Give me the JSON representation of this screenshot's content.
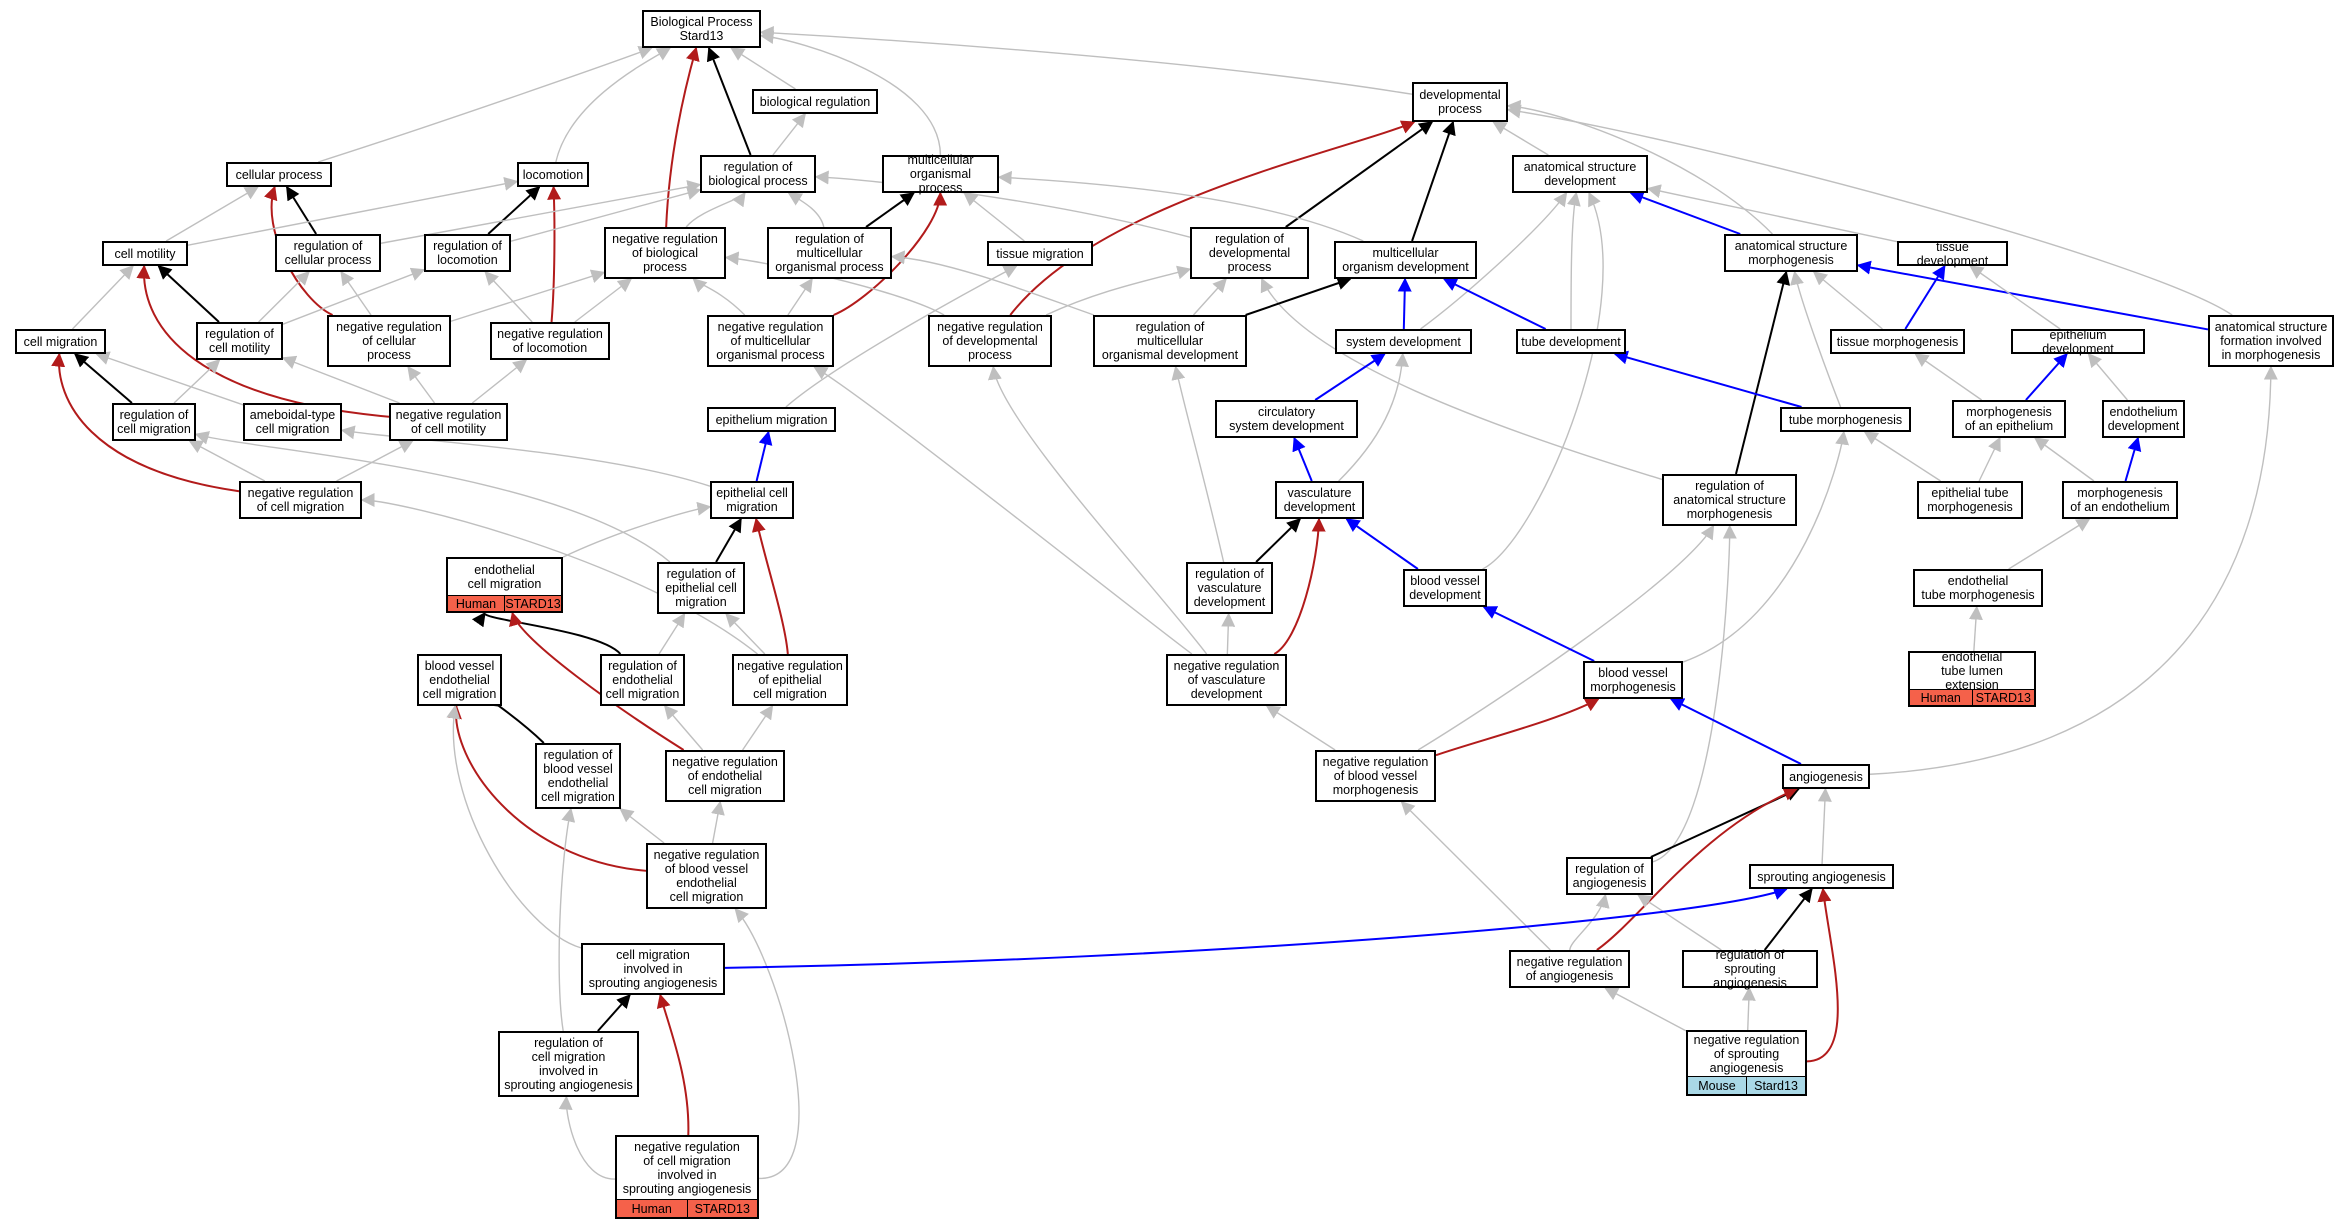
{
  "colors": {
    "gray_edge": "#bfbfbf",
    "black_edge": "#000000",
    "red_edge": "#b21b1b",
    "blue_edge": "#0000ff",
    "human_fill": "#f5614a",
    "mouse_fill": "#a9d8e6"
  },
  "nodes": [
    {
      "id": "bp",
      "label": "Biological Process\nStard13"
    },
    {
      "id": "biolreg",
      "label": "biological regulation"
    },
    {
      "id": "devproc",
      "label": "developmental\nprocess"
    },
    {
      "id": "cellproc",
      "label": "cellular process"
    },
    {
      "id": "locomotion",
      "label": "locomotion"
    },
    {
      "id": "regbio",
      "label": "regulation of\nbiological process"
    },
    {
      "id": "multiorg",
      "label": "multicellular\norganismal process"
    },
    {
      "id": "anatdev",
      "label": "anatomical structure\ndevelopment"
    },
    {
      "id": "cellmot",
      "label": "cell motility"
    },
    {
      "id": "regcellproc",
      "label": "regulation of\ncellular process"
    },
    {
      "id": "regloco",
      "label": "regulation of\nlocomotion"
    },
    {
      "id": "negregbio",
      "label": "negative regulation\nof biological\nprocess"
    },
    {
      "id": "regmulti",
      "label": "regulation of\nmulticellular\norganismal process"
    },
    {
      "id": "tissuemig",
      "label": "tissue migration"
    },
    {
      "id": "regdev",
      "label": "regulation of\ndevelopmental\nprocess"
    },
    {
      "id": "multidev",
      "label": "multicellular\norganism development"
    },
    {
      "id": "anatmorph",
      "label": "anatomical structure\nmorphogenesis"
    },
    {
      "id": "tissuedev",
      "label": "tissue development"
    },
    {
      "id": "cellmig",
      "label": "cell migration"
    },
    {
      "id": "regcellmot",
      "label": "regulation of\ncell motility"
    },
    {
      "id": "negregcellproc",
      "label": "negative regulation\nof cellular\nprocess"
    },
    {
      "id": "negregloco",
      "label": "negative regulation\nof locomotion"
    },
    {
      "id": "negregmulti",
      "label": "negative regulation\nof multicellular\norganismal process"
    },
    {
      "id": "negregdev",
      "label": "negative regulation\nof developmental\nprocess"
    },
    {
      "id": "regmultidev",
      "label": "regulation of\nmulticellular\norganismal development"
    },
    {
      "id": "sysdev",
      "label": "system development"
    },
    {
      "id": "tubedev",
      "label": "tube development"
    },
    {
      "id": "tissuemorph",
      "label": "tissue morphogenesis"
    },
    {
      "id": "epidev",
      "label": "epithelium development"
    },
    {
      "id": "anatformmorph",
      "label": "anatomical structure\nformation involved\nin morphogenesis"
    },
    {
      "id": "regcellmig",
      "label": "regulation of\ncell migration"
    },
    {
      "id": "amoeboid",
      "label": "ameboidal-type\ncell migration"
    },
    {
      "id": "negregcellmot",
      "label": "negative regulation\nof cell motility"
    },
    {
      "id": "epimig",
      "label": "epithelium migration"
    },
    {
      "id": "circdev",
      "label": "circulatory\nsystem development"
    },
    {
      "id": "tubemorph",
      "label": "tube morphogenesis"
    },
    {
      "id": "morphepi",
      "label": "morphogenesis\nof an epithelium"
    },
    {
      "id": "endodev",
      "label": "endothelium\ndevelopment"
    },
    {
      "id": "negregcellmig",
      "label": "negative regulation\nof cell migration"
    },
    {
      "id": "epicellmig",
      "label": "epithelial cell\nmigration"
    },
    {
      "id": "vascdev",
      "label": "vasculature\ndevelopment"
    },
    {
      "id": "reganatmorph",
      "label": "regulation of\nanatomical structure\nmorphogenesis"
    },
    {
      "id": "epitubemorph",
      "label": "epithelial tube\nmorphogenesis"
    },
    {
      "id": "morphendo",
      "label": "morphogenesis\nof an endothelium"
    },
    {
      "id": "endocellmig",
      "label": "endothelial\ncell migration"
    },
    {
      "id": "regepicellmig",
      "label": "regulation of\nepithelial cell\nmigration"
    },
    {
      "id": "regvascdev",
      "label": "regulation of\nvasculature\ndevelopment"
    },
    {
      "id": "bvdev",
      "label": "blood vessel\ndevelopment"
    },
    {
      "id": "endotubemorph",
      "label": "endothelial\ntube morphogenesis"
    },
    {
      "id": "bvendocellmig",
      "label": "blood vessel\nendothelial\ncell migration"
    },
    {
      "id": "regendocellmig",
      "label": "regulation of\nendothelial\ncell migration"
    },
    {
      "id": "negregepicellmig",
      "label": "negative regulation\nof epithelial\ncell migration"
    },
    {
      "id": "negregvascdev",
      "label": "negative regulation\nof vasculature\ndevelopment"
    },
    {
      "id": "bvmorph",
      "label": "blood vessel\nmorphogenesis"
    },
    {
      "id": "endotubelumen",
      "label": "endothelial\ntube lumen extension"
    },
    {
      "id": "regbvendocellmig",
      "label": "regulation of\nblood vessel\nendothelial\ncell migration"
    },
    {
      "id": "negregendocellmig",
      "label": "negative regulation\nof endothelial\ncell migration"
    },
    {
      "id": "negregbvmorph",
      "label": "negative regulation\nof blood vessel\nmorphogenesis"
    },
    {
      "id": "angio",
      "label": "angiogenesis"
    },
    {
      "id": "negregbvendocellmig",
      "label": "negative regulation\nof blood vessel\nendothelial\ncell migration"
    },
    {
      "id": "regangio",
      "label": "regulation of\nangiogenesis"
    },
    {
      "id": "sproutangio",
      "label": "sprouting angiogenesis"
    },
    {
      "id": "cellmigsprout",
      "label": "cell migration\ninvolved in\nsprouting angiogenesis"
    },
    {
      "id": "negregangio",
      "label": "negative regulation\nof angiogenesis"
    },
    {
      "id": "regsproutangio",
      "label": "regulation of\nsprouting angiogenesis"
    },
    {
      "id": "regcellmigsprout",
      "label": "regulation of\ncell migration\ninvolved in\nsprouting angiogenesis"
    },
    {
      "id": "negregsproutangio",
      "label": "negative regulation\nof sprouting\nangiogenesis"
    },
    {
      "id": "negregcellmigsprout",
      "label": "negative regulation\nof cell migration\ninvolved in\nsprouting angiogenesis"
    }
  ],
  "annotations": [
    {
      "node": "endocellmig",
      "species": "Human",
      "gene": "STARD13",
      "color": "human_fill"
    },
    {
      "node": "endotubelumen",
      "species": "Human",
      "gene": "STARD13",
      "color": "human_fill"
    },
    {
      "node": "negregsproutangio",
      "species": "Mouse",
      "gene": "Stard13",
      "color": "mouse_fill"
    },
    {
      "node": "negregcellmigsprout",
      "species": "Human",
      "gene": "STARD13",
      "color": "human_fill"
    }
  ],
  "edges": [
    {
      "from": "biolreg",
      "to": "bp",
      "type": "gray"
    },
    {
      "from": "devproc",
      "to": "bp",
      "type": "gray"
    },
    {
      "from": "cellproc",
      "to": "bp",
      "type": "gray"
    },
    {
      "from": "locomotion",
      "to": "bp",
      "type": "gray"
    },
    {
      "from": "regbio",
      "to": "bp",
      "type": "black"
    },
    {
      "from": "regbio",
      "to": "biolreg",
      "type": "gray"
    },
    {
      "from": "multiorg",
      "to": "bp",
      "type": "gray"
    },
    {
      "from": "negregbio",
      "to": "bp",
      "type": "red"
    },
    {
      "from": "anatdev",
      "to": "devproc",
      "type": "gray"
    },
    {
      "from": "anatmorph",
      "to": "devproc",
      "type": "gray"
    },
    {
      "from": "anatformmorph",
      "to": "devproc",
      "type": "gray"
    },
    {
      "from": "multidev",
      "to": "devproc",
      "type": "black"
    },
    {
      "from": "regdev",
      "to": "devproc",
      "type": "black"
    },
    {
      "from": "negregdev",
      "to": "devproc",
      "type": "red"
    },
    {
      "from": "cellmot",
      "to": "cellproc",
      "type": "gray"
    },
    {
      "from": "regcellproc",
      "to": "cellproc",
      "type": "black"
    },
    {
      "from": "negregcellproc",
      "to": "cellproc",
      "type": "red"
    },
    {
      "from": "cellmot",
      "to": "locomotion",
      "type": "gray"
    },
    {
      "from": "regloco",
      "to": "locomotion",
      "type": "black"
    },
    {
      "from": "negregloco",
      "to": "locomotion",
      "type": "red"
    },
    {
      "from": "regcellproc",
      "to": "regbio",
      "type": "gray"
    },
    {
      "from": "regloco",
      "to": "regbio",
      "type": "gray"
    },
    {
      "from": "negregbio",
      "to": "regbio",
      "type": "gray"
    },
    {
      "from": "regmulti",
      "to": "regbio",
      "type": "gray"
    },
    {
      "from": "regdev",
      "to": "regbio",
      "type": "gray"
    },
    {
      "from": "regmulti",
      "to": "multiorg",
      "type": "black"
    },
    {
      "from": "tissuemig",
      "to": "multiorg",
      "type": "gray"
    },
    {
      "from": "multidev",
      "to": "multiorg",
      "type": "gray"
    },
    {
      "from": "negregmulti",
      "to": "multiorg",
      "type": "red"
    },
    {
      "from": "sysdev",
      "to": "anatdev",
      "type": "gray"
    },
    {
      "from": "tubedev",
      "to": "anatdev",
      "type": "gray"
    },
    {
      "from": "anatmorph",
      "to": "anatdev",
      "type": "blue"
    },
    {
      "from": "tissuedev",
      "to": "anatdev",
      "type": "gray"
    },
    {
      "from": "bvdev",
      "to": "anatdev",
      "type": "gray"
    },
    {
      "from": "cellmig",
      "to": "cellmot",
      "type": "gray"
    },
    {
      "from": "regcellmot",
      "to": "cellmot",
      "type": "black"
    },
    {
      "from": "negregcellmot",
      "to": "cellmot",
      "type": "red"
    },
    {
      "from": "regcellmot",
      "to": "regcellproc",
      "type": "gray"
    },
    {
      "from": "negregcellproc",
      "to": "regcellproc",
      "type": "gray"
    },
    {
      "from": "regcellmot",
      "to": "regloco",
      "type": "gray"
    },
    {
      "from": "negregloco",
      "to": "regloco",
      "type": "gray"
    },
    {
      "from": "negregcellproc",
      "to": "negregbio",
      "type": "gray"
    },
    {
      "from": "negregloco",
      "to": "negregbio",
      "type": "gray"
    },
    {
      "from": "negregmulti",
      "to": "negregbio",
      "type": "gray"
    },
    {
      "from": "negregdev",
      "to": "negregbio",
      "type": "gray"
    },
    {
      "from": "negregmulti",
      "to": "regmulti",
      "type": "gray"
    },
    {
      "from": "regmultidev",
      "to": "regmulti",
      "type": "gray"
    },
    {
      "from": "epimig",
      "to": "tissuemig",
      "type": "gray"
    },
    {
      "from": "negregdev",
      "to": "regdev",
      "type": "gray"
    },
    {
      "from": "regmultidev",
      "to": "regdev",
      "type": "gray"
    },
    {
      "from": "reganatmorph",
      "to": "regdev",
      "type": "gray"
    },
    {
      "from": "sysdev",
      "to": "multidev",
      "type": "blue"
    },
    {
      "from": "tubedev",
      "to": "multidev",
      "type": "blue"
    },
    {
      "from": "regmultidev",
      "to": "multidev",
      "type": "black"
    },
    {
      "from": "tissuemorph",
      "to": "anatmorph",
      "type": "gray"
    },
    {
      "from": "anatformmorph",
      "to": "anatmorph",
      "type": "blue"
    },
    {
      "from": "tubemorph",
      "to": "anatmorph",
      "type": "gray"
    },
    {
      "from": "reganatmorph",
      "to": "anatmorph",
      "type": "black"
    },
    {
      "from": "tissuemorph",
      "to": "tissuedev",
      "type": "blue"
    },
    {
      "from": "epidev",
      "to": "tissuedev",
      "type": "gray"
    },
    {
      "from": "regcellmig",
      "to": "cellmig",
      "type": "black"
    },
    {
      "from": "amoeboid",
      "to": "cellmig",
      "type": "gray"
    },
    {
      "from": "negregcellmig",
      "to": "cellmig",
      "type": "red"
    },
    {
      "from": "regcellmig",
      "to": "regcellmot",
      "type": "gray"
    },
    {
      "from": "negregcellmot",
      "to": "regcellmot",
      "type": "gray"
    },
    {
      "from": "negregcellmot",
      "to": "negregcellproc",
      "type": "gray"
    },
    {
      "from": "negregcellmot",
      "to": "negregloco",
      "type": "gray"
    },
    {
      "from": "negregvascdev",
      "to": "negregmulti",
      "type": "gray"
    },
    {
      "from": "negregvascdev",
      "to": "negregdev",
      "type": "gray"
    },
    {
      "from": "regvascdev",
      "to": "regmultidev",
      "type": "gray"
    },
    {
      "from": "circdev",
      "to": "sysdev",
      "type": "blue"
    },
    {
      "from": "vascdev",
      "to": "sysdev",
      "type": "gray"
    },
    {
      "from": "tubemorph",
      "to": "tubedev",
      "type": "blue"
    },
    {
      "from": "morphepi",
      "to": "tissuemorph",
      "type": "gray"
    },
    {
      "from": "morphepi",
      "to": "epidev",
      "type": "blue"
    },
    {
      "from": "endodev",
      "to": "epidev",
      "type": "gray"
    },
    {
      "from": "angio",
      "to": "anatformmorph",
      "type": "gray"
    },
    {
      "from": "negregcellmig",
      "to": "regcellmig",
      "type": "gray"
    },
    {
      "from": "regepicellmig",
      "to": "regcellmig",
      "type": "gray"
    },
    {
      "from": "epicellmig",
      "to": "amoeboid",
      "type": "gray"
    },
    {
      "from": "negregcellmig",
      "to": "negregcellmot",
      "type": "gray"
    },
    {
      "from": "epicellmig",
      "to": "epimig",
      "type": "blue"
    },
    {
      "from": "vascdev",
      "to": "circdev",
      "type": "blue"
    },
    {
      "from": "epitubemorph",
      "to": "tubemorph",
      "type": "gray"
    },
    {
      "from": "bvmorph",
      "to": "tubemorph",
      "type": "gray"
    },
    {
      "from": "epitubemorph",
      "to": "morphepi",
      "type": "gray"
    },
    {
      "from": "morphendo",
      "to": "morphepi",
      "type": "gray"
    },
    {
      "from": "morphendo",
      "to": "endodev",
      "type": "blue"
    },
    {
      "from": "negregepicellmig",
      "to": "negregcellmig",
      "type": "gray"
    },
    {
      "from": "endocellmig",
      "to": "epicellmig",
      "type": "gray"
    },
    {
      "from": "regepicellmig",
      "to": "epicellmig",
      "type": "black"
    },
    {
      "from": "negregepicellmig",
      "to": "epicellmig",
      "type": "red"
    },
    {
      "from": "bvdev",
      "to": "vascdev",
      "type": "blue"
    },
    {
      "from": "regvascdev",
      "to": "vascdev",
      "type": "black"
    },
    {
      "from": "negregvascdev",
      "to": "vascdev",
      "type": "red"
    },
    {
      "from": "negregbvmorph",
      "to": "reganatmorph",
      "type": "gray"
    },
    {
      "from": "regangio",
      "to": "reganatmorph",
      "type": "gray"
    },
    {
      "from": "endotubemorph",
      "to": "morphendo",
      "type": "gray"
    },
    {
      "from": "regendocellmig",
      "to": "endocellmig",
      "type": "black"
    },
    {
      "from": "negregendocellmig",
      "to": "endocellmig",
      "type": "red"
    },
    {
      "from": "regendocellmig",
      "to": "regepicellmig",
      "type": "gray"
    },
    {
      "from": "negregepicellmig",
      "to": "regepicellmig",
      "type": "gray"
    },
    {
      "from": "negregvascdev",
      "to": "regvascdev",
      "type": "gray"
    },
    {
      "from": "bvmorph",
      "to": "bvdev",
      "type": "blue"
    },
    {
      "from": "endotubelumen",
      "to": "endotubemorph",
      "type": "gray"
    },
    {
      "from": "regbvendocellmig",
      "to": "bvendocellmig",
      "type": "black"
    },
    {
      "from": "negregbvendocellmig",
      "to": "bvendocellmig",
      "type": "red"
    },
    {
      "from": "cellmigsprout",
      "to": "bvendocellmig",
      "type": "gray"
    },
    {
      "from": "negregendocellmig",
      "to": "regendocellmig",
      "type": "gray"
    },
    {
      "from": "negregendocellmig",
      "to": "negregepicellmig",
      "type": "gray"
    },
    {
      "from": "negregbvmorph",
      "to": "negregvascdev",
      "type": "gray"
    },
    {
      "from": "angio",
      "to": "bvmorph",
      "type": "blue"
    },
    {
      "from": "negregbvmorph",
      "to": "bvmorph",
      "type": "red"
    },
    {
      "from": "negregbvendocellmig",
      "to": "regbvendocellmig",
      "type": "gray"
    },
    {
      "from": "regcellmigsprout",
      "to": "regbvendocellmig",
      "type": "gray"
    },
    {
      "from": "negregbvendocellmig",
      "to": "negregendocellmig",
      "type": "gray"
    },
    {
      "from": "negregangio",
      "to": "negregbvmorph",
      "type": "gray"
    },
    {
      "from": "regangio",
      "to": "angio",
      "type": "black"
    },
    {
      "from": "sproutangio",
      "to": "angio",
      "type": "gray"
    },
    {
      "from": "negregangio",
      "to": "angio",
      "type": "red"
    },
    {
      "from": "negregcellmigsprout",
      "to": "negregbvendocellmig",
      "type": "gray"
    },
    {
      "from": "negregangio",
      "to": "regangio",
      "type": "gray"
    },
    {
      "from": "regsproutangio",
      "to": "regangio",
      "type": "gray"
    },
    {
      "from": "cellmigsprout",
      "to": "sproutangio",
      "type": "blue"
    },
    {
      "from": "regsproutangio",
      "to": "sproutangio",
      "type": "black"
    },
    {
      "from": "negregsproutangio",
      "to": "sproutangio",
      "type": "red"
    },
    {
      "from": "regcellmigsprout",
      "to": "cellmigsprout",
      "type": "black"
    },
    {
      "from": "negregcellmigsprout",
      "to": "cellmigsprout",
      "type": "red"
    },
    {
      "from": "negregsproutangio",
      "to": "negregangio",
      "type": "gray"
    },
    {
      "from": "negregsproutangio",
      "to": "regsproutangio",
      "type": "gray"
    },
    {
      "from": "negregcellmigsprout",
      "to": "regcellmigsprout",
      "type": "gray"
    }
  ]
}
